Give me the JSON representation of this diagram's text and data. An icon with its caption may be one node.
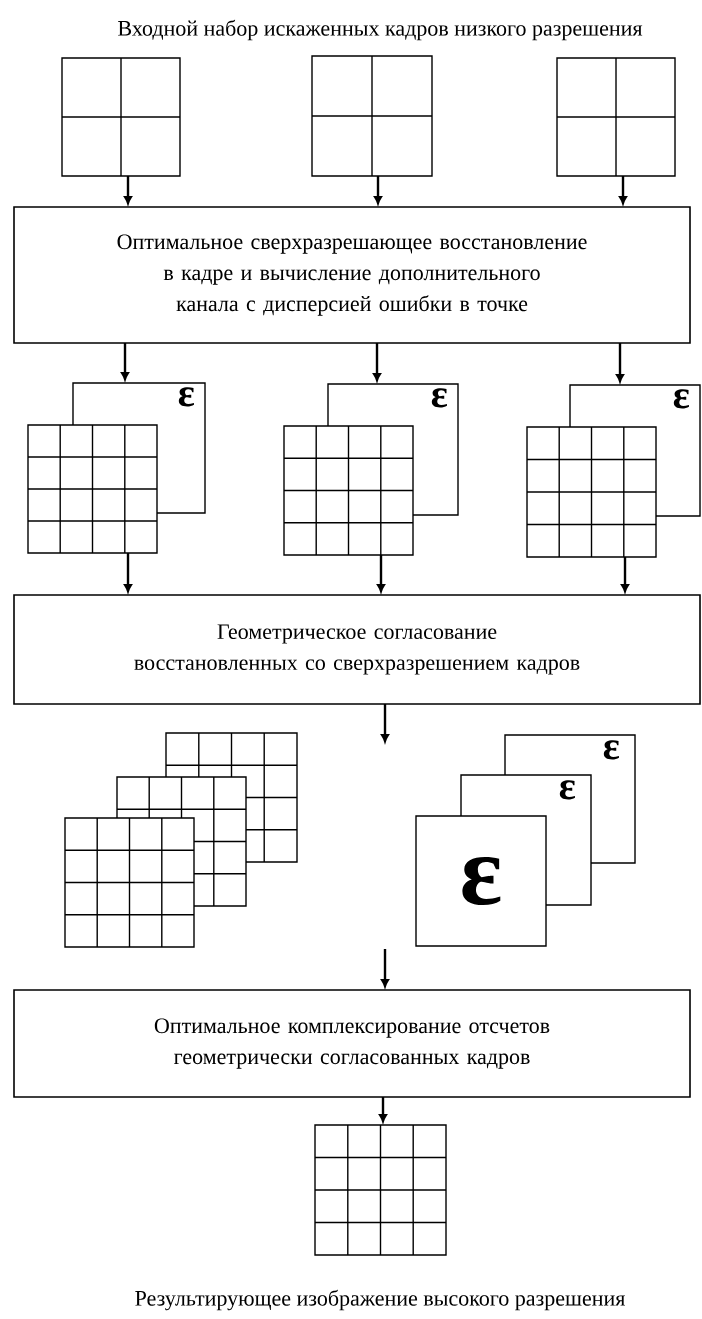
{
  "diagram": {
    "title": "Входной набор искаженных кадров низкого разрешения",
    "caption": "Результирующее изображение высокого разрешения",
    "nodes": [
      {
        "text": [],
        "shape": "grid"
      },
      {
        "text": [],
        "shape": "grid"
      },
      {
        "text": [],
        "shape": "grid"
      },
      {
        "text": [
          "Оптимальное сверхразрешающее восстановление в кадре и вычисление дополнительного канала с дисперсией ошибки в точке"
        ]
      },
      {
        "text": [
          "ε"
        ]
      },
      {
        "text": [],
        "shape": "grid"
      },
      {
        "text": [
          "ε"
        ]
      },
      {
        "text": [],
        "shape": "grid"
      },
      {
        "text": [
          "ε"
        ]
      },
      {
        "text": [],
        "shape": "grid"
      },
      {
        "text": [
          "Геометрическое согласование восстановленных со сверхразрешением кадров"
        ]
      },
      {
        "text": [],
        "shape": "grid"
      },
      {
        "text": [],
        "shape": "grid"
      },
      {
        "text": [],
        "shape": "grid"
      },
      {
        "text": [],
        "shape": "page"
      },
      {
        "text": [],
        "shape": "page"
      },
      {
        "text": [],
        "shape": "page"
      },
      {
        "text": [
          "Оптимальное комплексирование отсчетов геометрически согласованных кадров"
        ]
      },
      {
        "text": [],
        "shape": "grid"
      }
    ],
    "edges": [
      {
        "from": 0,
        "to": 3,
        "arrow": "to"
      },
      {
        "from": 1,
        "to": 3,
        "arrow": "to"
      },
      {
        "from": 2,
        "to": 3,
        "arrow": "to"
      },
      {
        "from": 3,
        "to": 4,
        "arrow": "to"
      },
      {
        "from": 3,
        "to": 6,
        "arrow": "to"
      },
      {
        "from": 3,
        "to": 8,
        "arrow": "to"
      },
      {
        "from": 5,
        "to": 10,
        "arrow": "to"
      },
      {
        "from": 7,
        "to": 10,
        "arrow": "to"
      },
      {
        "from": 9,
        "to": 10,
        "arrow": "to"
      },
      {
        "from": 10,
        "to": null,
        "arrow": "to"
      },
      {
        "from": null,
        "to": 17,
        "arrow": "to"
      },
      {
        "from": 17,
        "to": 18,
        "arrow": "to"
      }
    ],
    "labels": [
      "ε",
      "ε",
      "ε"
    ]
  }
}
